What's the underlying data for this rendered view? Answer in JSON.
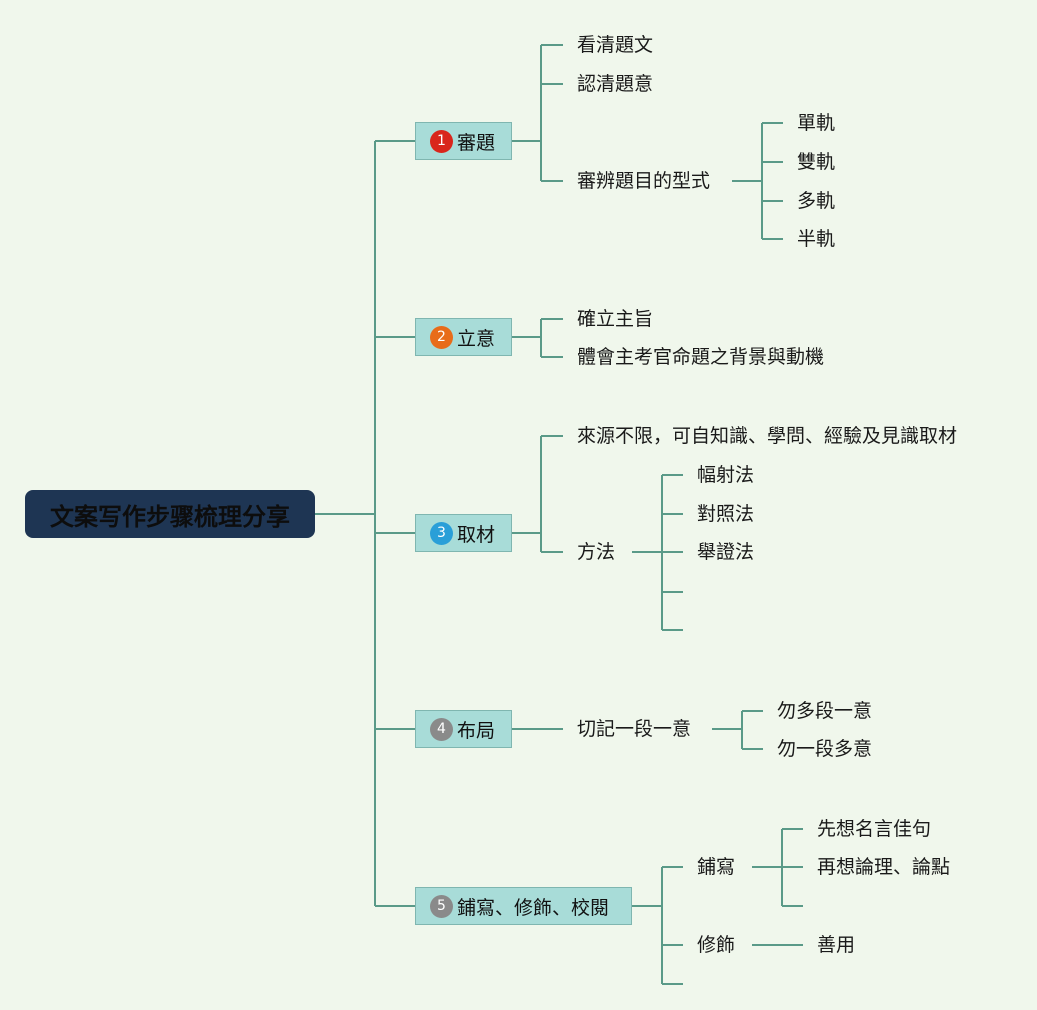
{
  "root": "文案写作步骤梳理分享",
  "badge_colors": [
    "#d9261c",
    "#e86c1a",
    "#2a9fd8",
    "#8a8a8a",
    "#8a8a8a"
  ],
  "branches": [
    {
      "num": "1",
      "label": "審題",
      "children": [
        {
          "label": "看清題文"
        },
        {
          "label": "認清題意"
        },
        {
          "label": "審辨題目的型式",
          "children": [
            "單軌",
            "雙軌",
            "多軌",
            "半軌"
          ]
        }
      ]
    },
    {
      "num": "2",
      "label": "立意",
      "children": [
        {
          "label": "確立主旨"
        },
        {
          "label": "體會主考官命題之背景與動機"
        }
      ]
    },
    {
      "num": "3",
      "label": "取材",
      "children": [
        {
          "label": "來源不限，可自知識、學問、經驗及見識取材"
        },
        {
          "label": "方法",
          "children": [
            "幅射法",
            "對照法",
            "舉證法",
            "",
            ""
          ]
        }
      ]
    },
    {
      "num": "4",
      "label": "布局",
      "children": [
        {
          "label": "切記一段一意",
          "children": [
            "勿多段一意",
            "勿一段多意"
          ]
        }
      ]
    },
    {
      "num": "5",
      "label": "鋪寫、修飾、校閱",
      "children": [
        {
          "label": "鋪寫",
          "children": [
            "先想名言佳句",
            "再想論理、論點",
            ""
          ]
        },
        {
          "label": "修飾",
          "children": [
            "善用"
          ]
        },
        {
          "label": ""
        }
      ]
    }
  ]
}
